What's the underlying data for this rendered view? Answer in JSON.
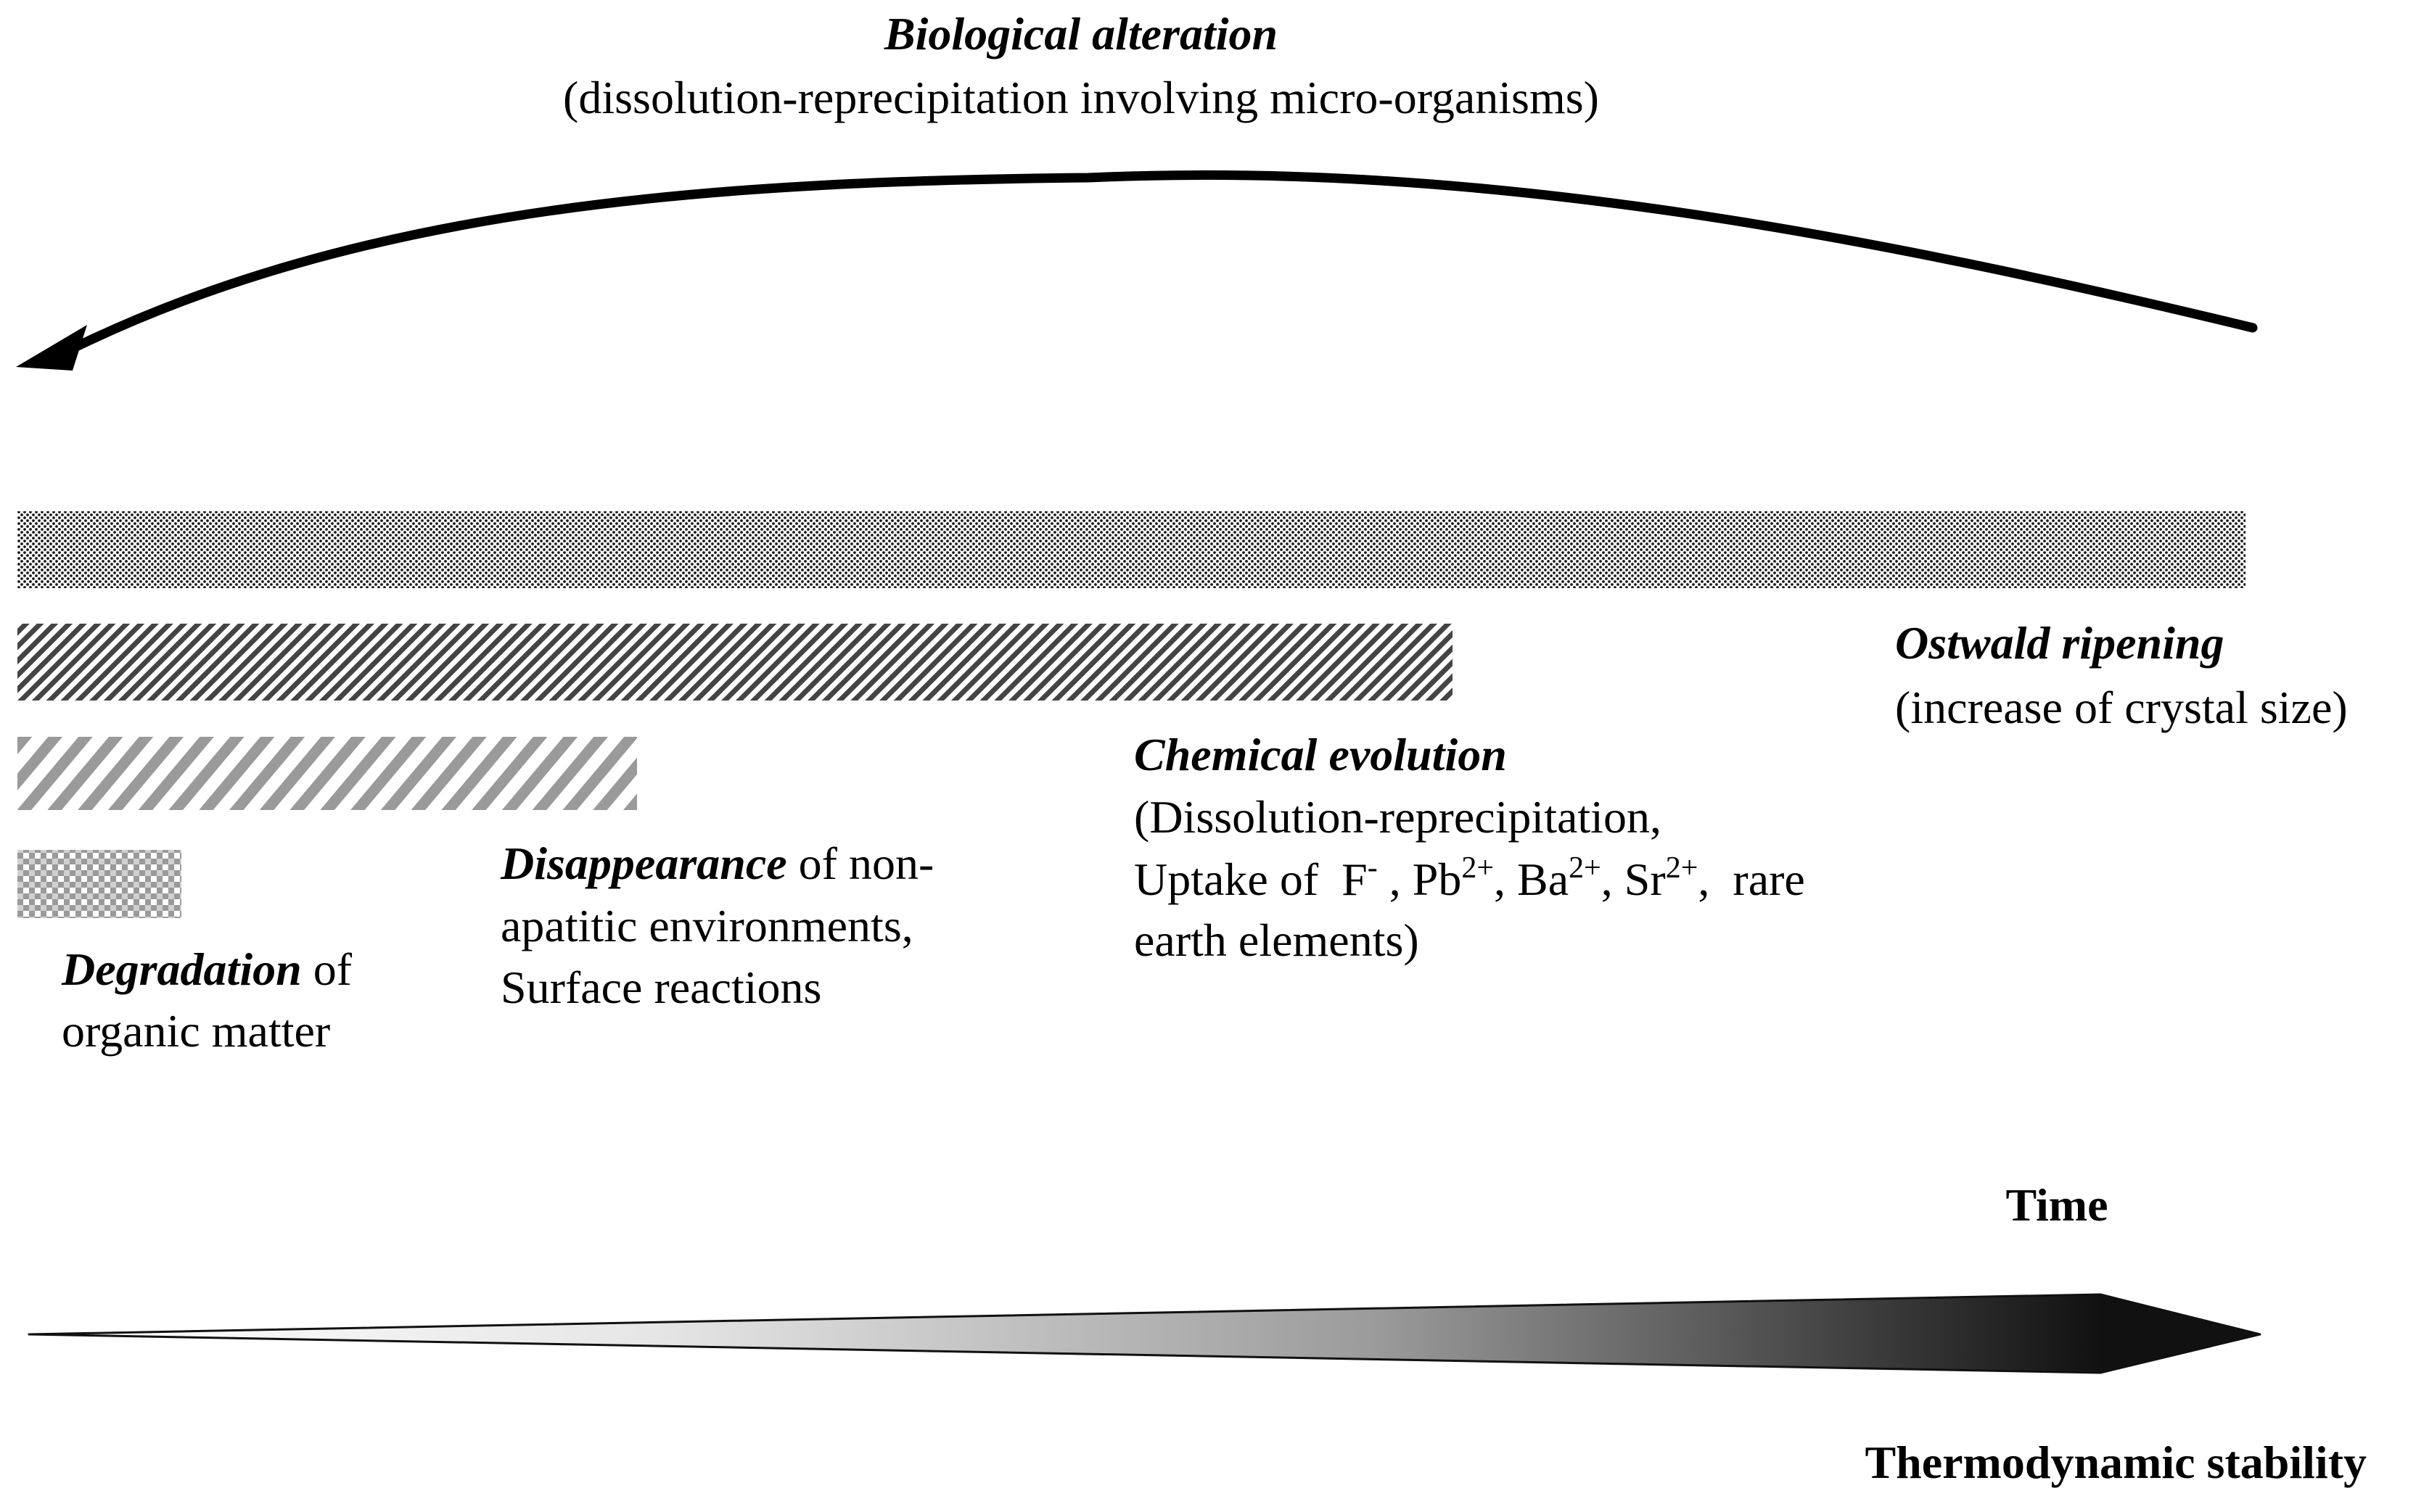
{
  "biological": {
    "title": "Biological alteration",
    "subtitle": "(dissolution-reprecipitation involving micro-organisms)"
  },
  "ostwald": {
    "title": "Ostwald ripening",
    "desc": "(increase of crystal size)"
  },
  "chemical": {
    "title": "Chemical evolution",
    "line1": "(Dissolution-reprecipitation,",
    "line2_prefix": "Uptake of  F",
    "f_sup": "-",
    "sep1": " , Pb",
    "pb_sup": "2+",
    "sep2": ", Ba",
    "ba_sup": "2+",
    "sep3": ", Sr",
    "sr_sup": "2+",
    "line2_suffix": ",  rare",
    "line3": "earth elements)"
  },
  "disappearance": {
    "title": "Disappearance",
    "line1_rest": " of non-",
    "line2": "apatitic environments,",
    "line3": "Surface reactions"
  },
  "degradation": {
    "title": "Degradation",
    "line1_rest": " of",
    "line2": "organic matter"
  },
  "axis": {
    "time_label": "Time",
    "stability_label": "Thermodynamic stability"
  }
}
